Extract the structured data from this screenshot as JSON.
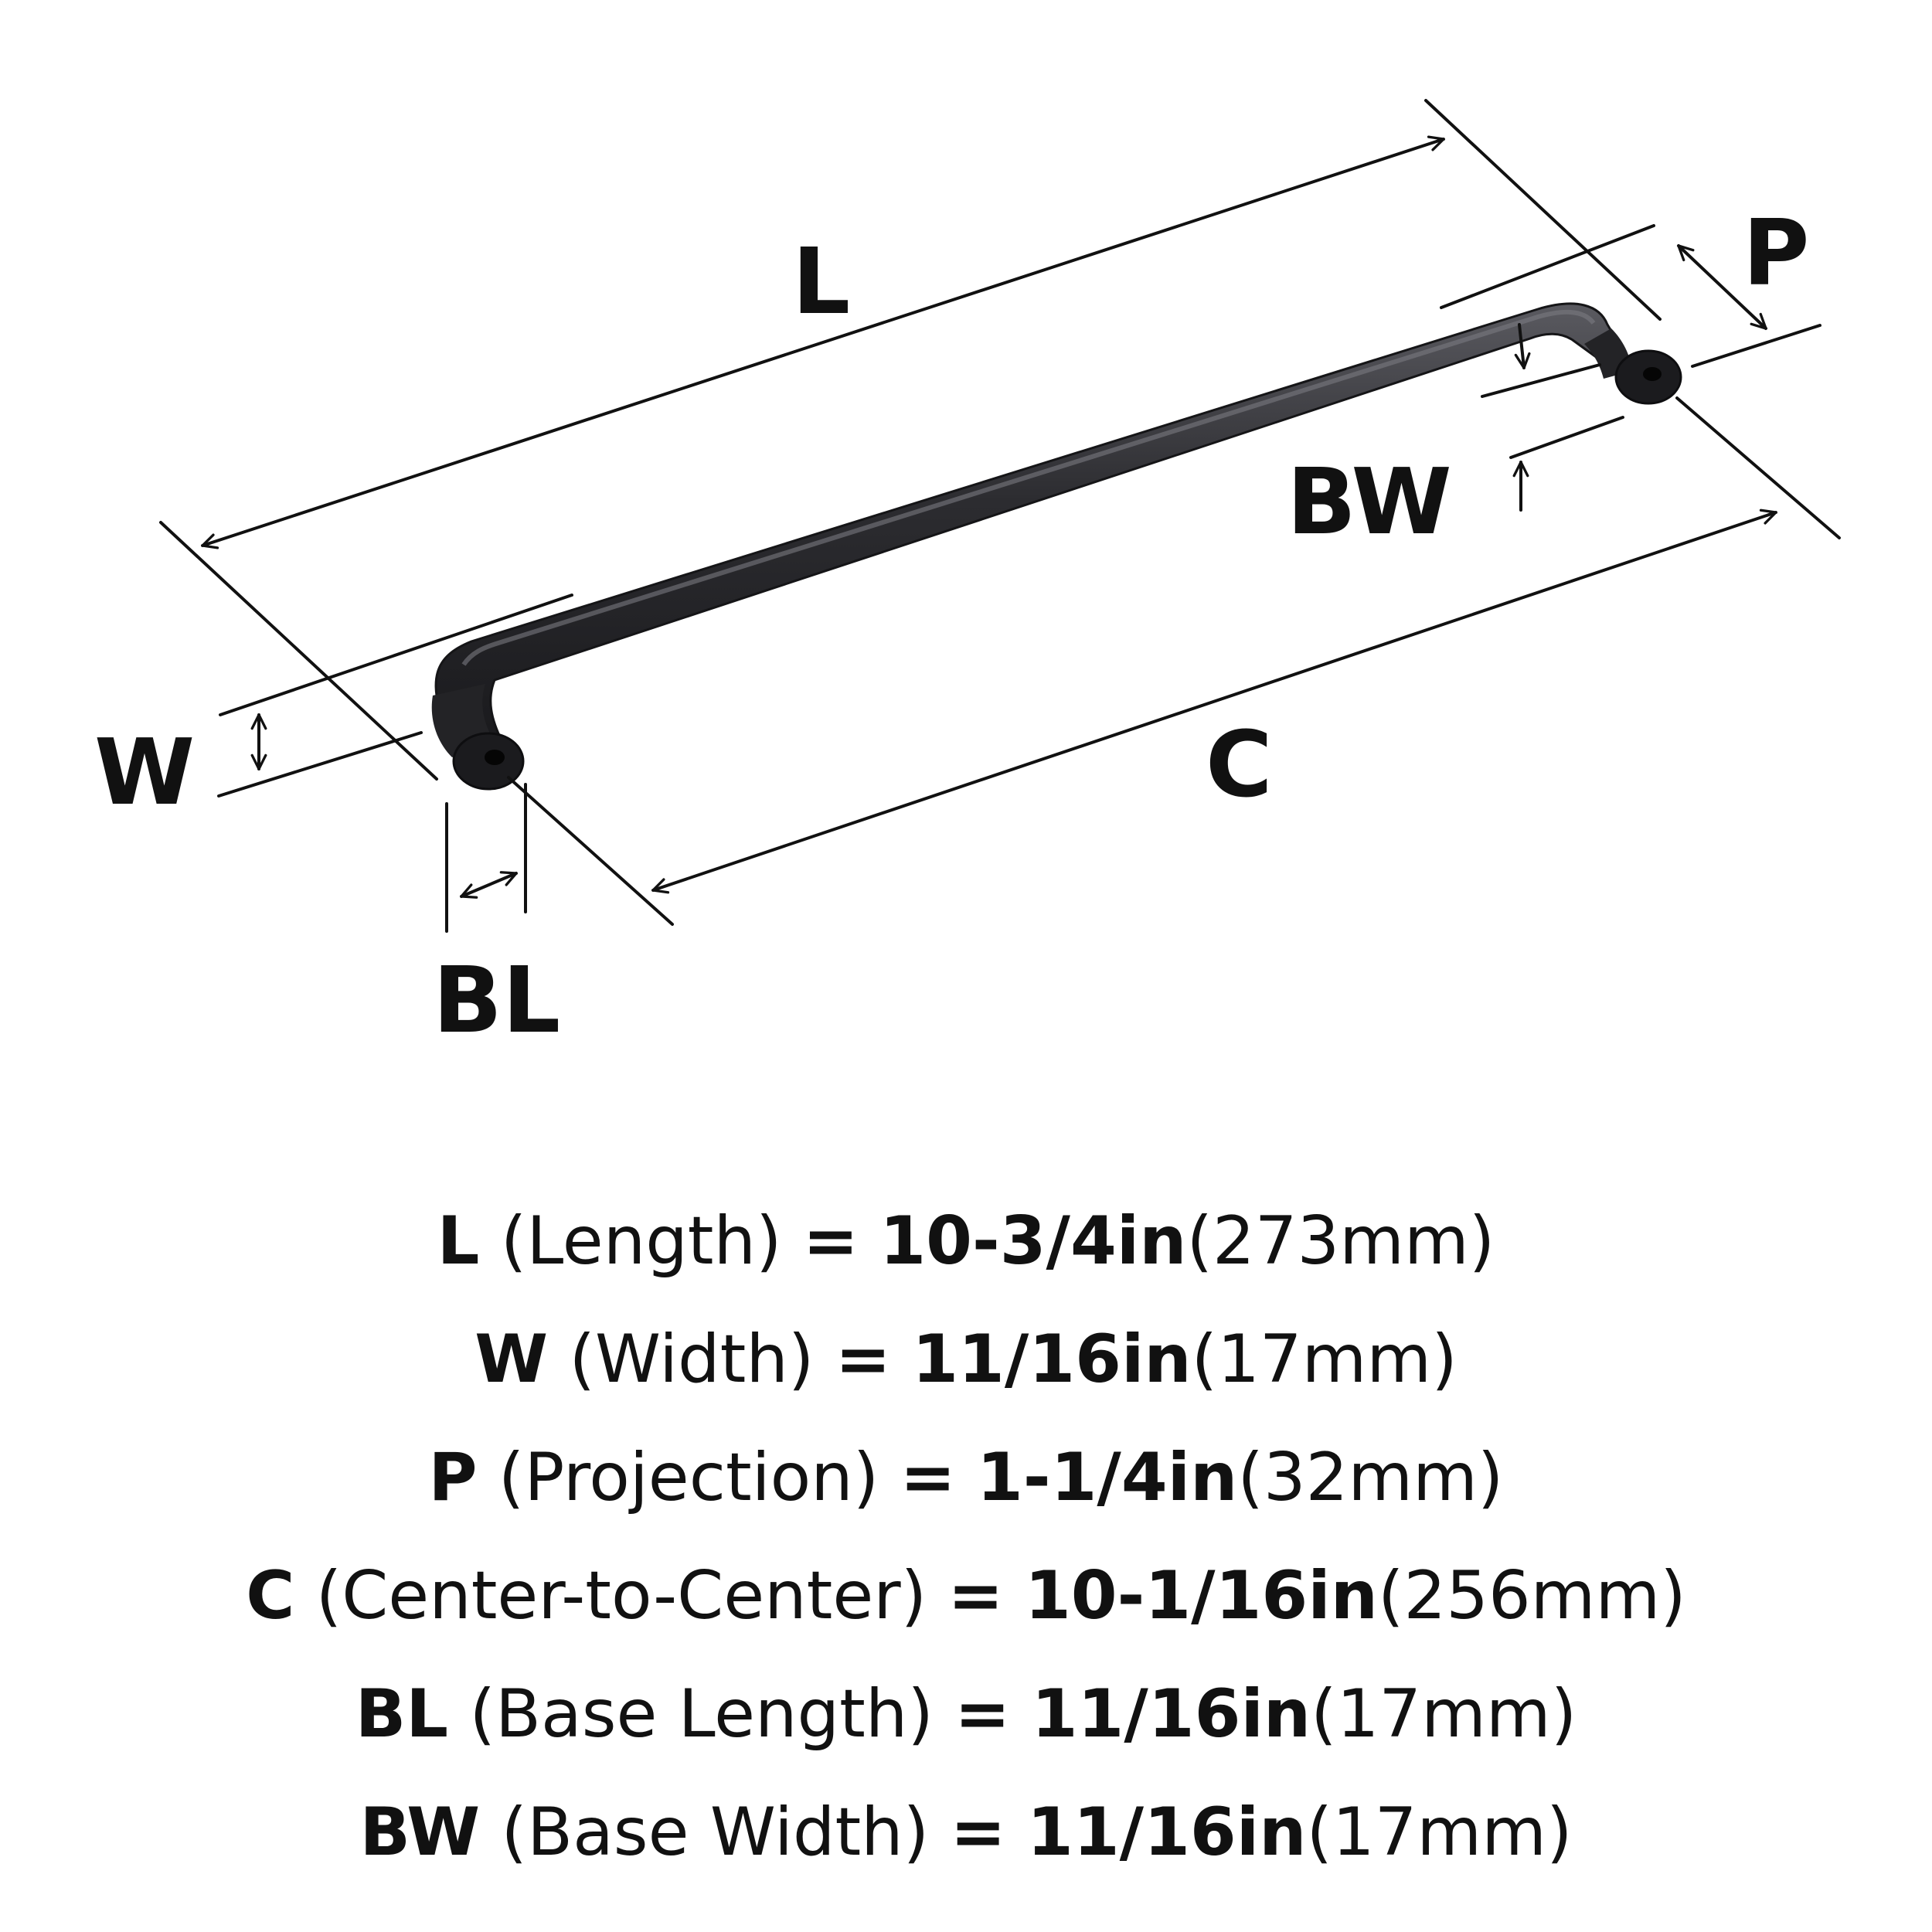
{
  "diagram": {
    "labels": {
      "L": "L",
      "W": "W",
      "P": "P",
      "C": "C",
      "BL": "BL",
      "BW": "BW"
    },
    "colors": {
      "ink": "#111111",
      "handle_dark": "#1e1e21",
      "handle_mid": "#3a3a3e",
      "handle_light": "#5a5a60"
    }
  },
  "specs": [
    {
      "code": "L",
      "name": "(Length)",
      "eq": "=",
      "imperial": "10-3/4in",
      "metric": "(273mm)"
    },
    {
      "code": "W",
      "name": "(Width)",
      "eq": "=",
      "imperial": "11/16in",
      "metric": "(17mm)"
    },
    {
      "code": "P",
      "name": "(Projection)",
      "eq": "=",
      "imperial": "1-1/4in",
      "metric": "(32mm)"
    },
    {
      "code": "C",
      "name": "(Center-to-Center)",
      "eq": "=",
      "imperial": "10-1/16in",
      "metric": "(256mm)"
    },
    {
      "code": "BL",
      "name": "(Base Length)",
      "eq": "=",
      "imperial": "11/16in",
      "metric": "(17mm)"
    },
    {
      "code": "BW",
      "name": "(Base Width)",
      "eq": "=",
      "imperial": "11/16in",
      "metric": "(17mm)"
    }
  ]
}
